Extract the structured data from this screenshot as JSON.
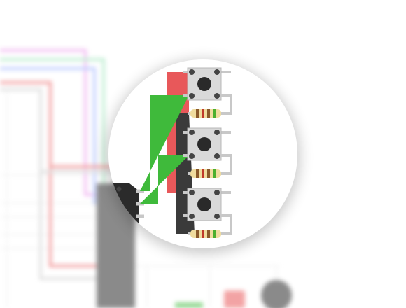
{
  "diagram": {
    "kind": "breadboard-circuit-magnified",
    "colors": {
      "red_wire": "#e8585a",
      "green_wire": "#3fba3b",
      "black_wire": "#3a3a3a",
      "lead_gray": "#c8c8c8",
      "button_body": "#d9d9d9",
      "button_cap": "#2a2a2a",
      "resistor_body": "#f0dc9e",
      "chip_body": "#2b2b2b",
      "pink_wire": "#e88ae8",
      "mint_wire": "#8fe0b0",
      "blue_wire": "#8fa8ff"
    },
    "components": {
      "push_buttons": 3,
      "resistors": 3,
      "resistor_bands": [
        "#8b5a2b",
        "#c0392b",
        "#8b5a2b",
        "#4caf2e"
      ]
    }
  }
}
